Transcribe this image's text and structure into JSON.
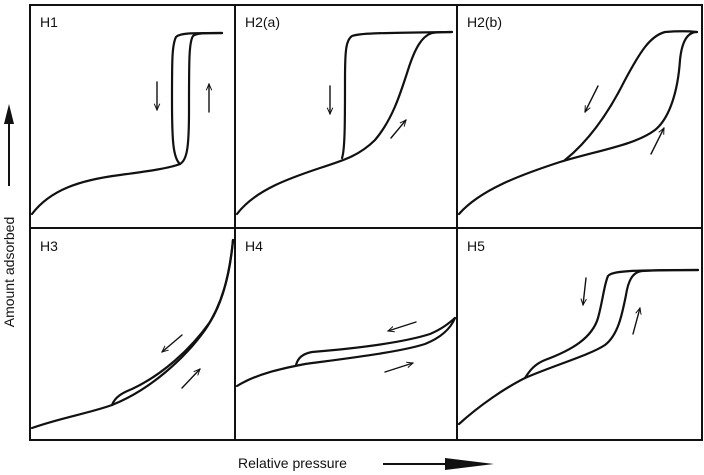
{
  "figure": {
    "y_axis_label": "Amount adsorbed",
    "x_axis_label": "Relative pressure",
    "line_color": "#111111",
    "background": "#ffffff"
  },
  "panels": [
    {
      "id": "H1",
      "label": "H1"
    },
    {
      "id": "H2a",
      "label": "H2(a)"
    },
    {
      "id": "H2b",
      "label": "H2(b)"
    },
    {
      "id": "H3",
      "label": "H3"
    },
    {
      "id": "H4",
      "label": "H4"
    },
    {
      "id": "H5",
      "label": "H5"
    }
  ]
}
